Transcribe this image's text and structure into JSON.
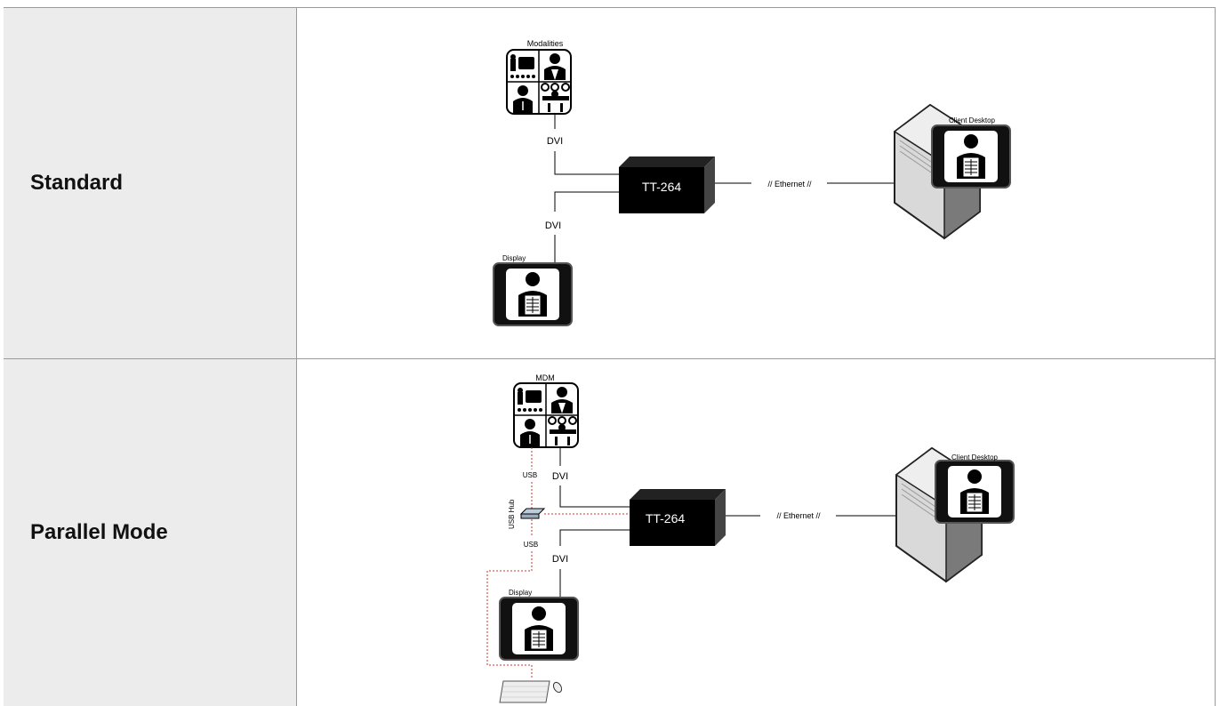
{
  "rows": [
    {
      "label": "Standard",
      "modalities_label": "Modalities",
      "dvi_top": "DVI",
      "dvi_bottom": "DVI",
      "device_label": "TT-264",
      "ethernet_label": "// Ethernet //",
      "client_label": "Client Desktop",
      "display_label": "Display"
    },
    {
      "label": "Parallel Mode",
      "modalities_label": "MDM",
      "usb_top": "USB",
      "dvi_top": "DVI",
      "usb_hub_label": "USB Hub",
      "usb_bottom": "USB",
      "dvi_bottom": "DVI",
      "device_label": "TT-264",
      "ethernet_label": "// Ethernet //",
      "client_label": "Client Desktop",
      "display_label": "Display"
    }
  ],
  "colors": {
    "label_bg": "#ececec",
    "border": "#9a9a9a",
    "device": "#000000",
    "usb_line": "#c0392b"
  }
}
